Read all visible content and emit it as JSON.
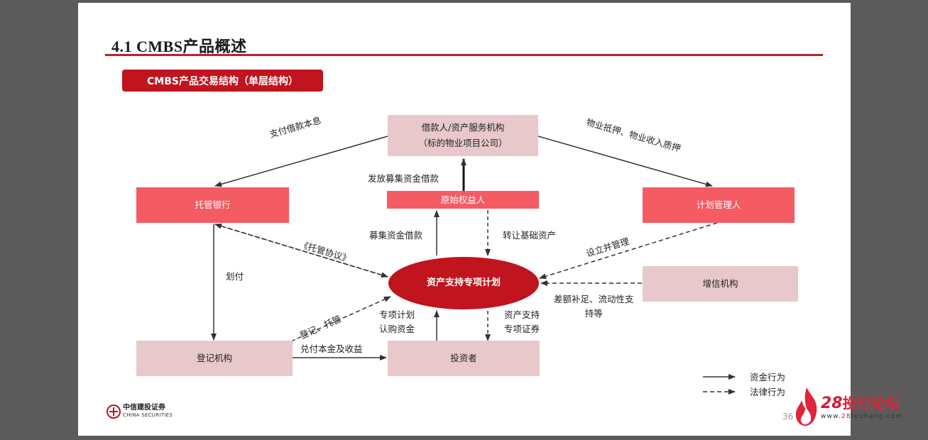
{
  "page": {
    "title": "4.1 CMBS产品概述",
    "section_tag": "CMBS产品交易结构（单层结构）",
    "page_number": "36",
    "logo_cn": "中信建投证券",
    "logo_en": "CHINA SECURITIES"
  },
  "nodes": {
    "borrower_line1": "借款人/资产服务机构",
    "borrower_line2": "（标的物业项目公司）",
    "original_beneficiary": "原始权益人",
    "custodian_bank": "托管银行",
    "plan_manager": "计划管理人",
    "special_plan": "资产支持专项计划",
    "credit_enhancer": "增信机构",
    "registrar": "登记机构",
    "investor": "投资者"
  },
  "edge_labels": {
    "pay_loan": "支付借款本息",
    "mortgage": "物业抵押、物业收入质押",
    "issue_loan": "发放募集资金借款",
    "raise_loan": "募集资金借款",
    "transfer_assets": "转让基础资产",
    "custody_agreement": "《托管协议》",
    "establish_manage": "设立并管理",
    "allocate": "划付",
    "register_custody": "登记、托管",
    "subscribe_line1": "专项计划",
    "subscribe_line2": "认购资金",
    "securities_line1": "资产支持",
    "securities_line2": "专项证券",
    "enhance_line1": "差额补足、流动性支",
    "enhance_line2": "持等",
    "redeem": "兑付本金及收益"
  },
  "legend": {
    "fund_flow": "资金行为",
    "legal_flow": "法律行为"
  },
  "watermark": {
    "brand_num": "28",
    "brand_cn": "投行论坛",
    "url_pre": "www.",
    "url_hl": "28",
    "url_post": "touhang.com"
  },
  "colors": {
    "accent_red": "#c0141f",
    "light_red": "#f45b63",
    "pink": "#e8c8ca"
  }
}
